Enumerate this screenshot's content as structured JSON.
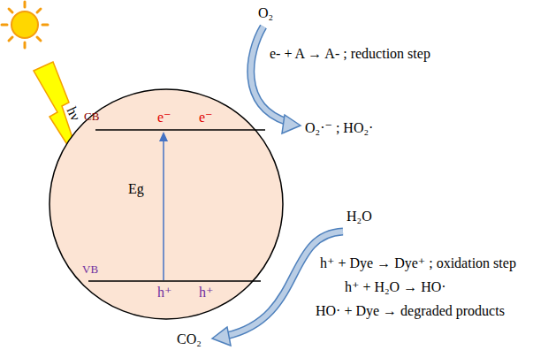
{
  "diagram": {
    "nodes": [
      {
        "text": [
          "CB",
          "e⁻",
          "e⁻",
          "Eg",
          "VB",
          "h⁺",
          "h⁺"
        ]
      }
    ],
    "labels": [
      "hν",
      "O₂",
      "e- + A → A- ; reduction step",
      "O₂·⁻ ; HO₂·",
      "H₂O",
      "h⁺ + Dye → Dye⁺ ; oxidation step",
      "h⁺ + H₂O → HO·",
      "HO· + Dye → degraded products",
      "CO₂"
    ]
  }
}
